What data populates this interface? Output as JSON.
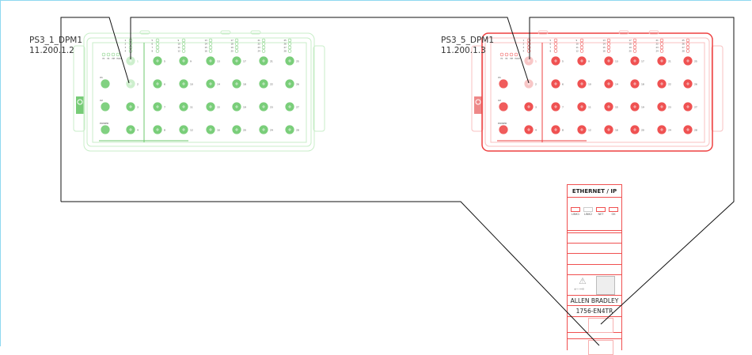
{
  "devices": [
    {
      "name": "PS3_1_DPM1",
      "ip": "11.200.1.2",
      "status": "ok",
      "color": "#6cc96c",
      "light": "#c8eec8"
    },
    {
      "name": "PS3_5_DPM1",
      "ip": "11.200.1.3",
      "status": "fault",
      "color": "#ee4040",
      "light": "#f8c0c0"
    }
  ],
  "module_labels": {
    "led_labels": [
      "P1",
      "P2",
      "PM",
      "FAULT"
    ],
    "side_ports": [
      "X1",
      "X2",
      "POWER"
    ]
  },
  "port_numbers": [
    [
      1,
      2,
      3,
      4
    ],
    [
      5,
      6,
      7,
      8
    ],
    [
      9,
      10,
      11,
      12
    ],
    [
      13,
      14,
      15,
      16
    ],
    [
      17,
      18,
      19,
      20
    ],
    [
      21,
      22,
      23,
      24
    ],
    [
      25,
      26,
      27,
      28
    ]
  ],
  "adapter": {
    "header": "ETHERNET / IP",
    "leds": [
      {
        "label": "LINK1",
        "on": true
      },
      {
        "label": "LINK2",
        "on": false
      },
      {
        "label": "NET",
        "on": true
      },
      {
        "label": "OK",
        "on": true
      }
    ],
    "brand": "ALLEN BRADLEY",
    "model": "1756-EN4TR",
    "color": "#f05050"
  }
}
